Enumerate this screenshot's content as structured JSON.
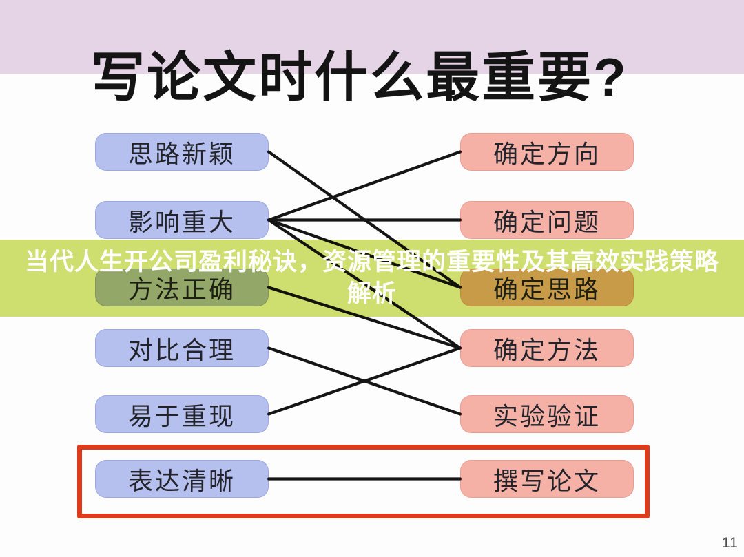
{
  "title": "写论文时什么最重要?",
  "page_number": "11",
  "overlay_banner": {
    "line1": "当代人生开公司盈利秘诀，资源管理的重要性及其高效实践策略",
    "line2": "解析",
    "background_color": "#cfe06f",
    "text_color": "#ffffff"
  },
  "diagram": {
    "left_items": [
      {
        "label": "思路新颖"
      },
      {
        "label": "影响重大"
      },
      {
        "label": "方法正确"
      },
      {
        "label": "对比合理"
      },
      {
        "label": "易于重现"
      },
      {
        "label": "表达清晰"
      }
    ],
    "right_items": [
      {
        "label": "确定方向"
      },
      {
        "label": "确定问题"
      },
      {
        "label": "确定思路"
      },
      {
        "label": "确定方法"
      },
      {
        "label": "实验验证"
      },
      {
        "label": "撰写论文"
      }
    ],
    "connections": [
      {
        "from": "思路新颖",
        "to": "确定思路"
      },
      {
        "from": "影响重大",
        "to": "确定方向"
      },
      {
        "from": "影响重大",
        "to": "确定问题"
      },
      {
        "from": "影响重大",
        "to": "确定思路"
      },
      {
        "from": "影响重大",
        "to": "确定方法"
      },
      {
        "from": "方法正确",
        "to": "确定方法"
      },
      {
        "from": "对比合理",
        "to": "实验验证"
      },
      {
        "from": "易于重现",
        "to": "确定方法"
      },
      {
        "from": "表达清晰",
        "to": "撰写论文"
      }
    ],
    "highlighted_pair": {
      "from": "表达清晰",
      "to": "撰写论文"
    }
  },
  "colors": {
    "header_band": "#e5d3e6",
    "left_box": "#b5c0ee",
    "right_box": "#f6b1a6",
    "connector_line": "#151515",
    "highlight_border": "#dd3b1c"
  }
}
